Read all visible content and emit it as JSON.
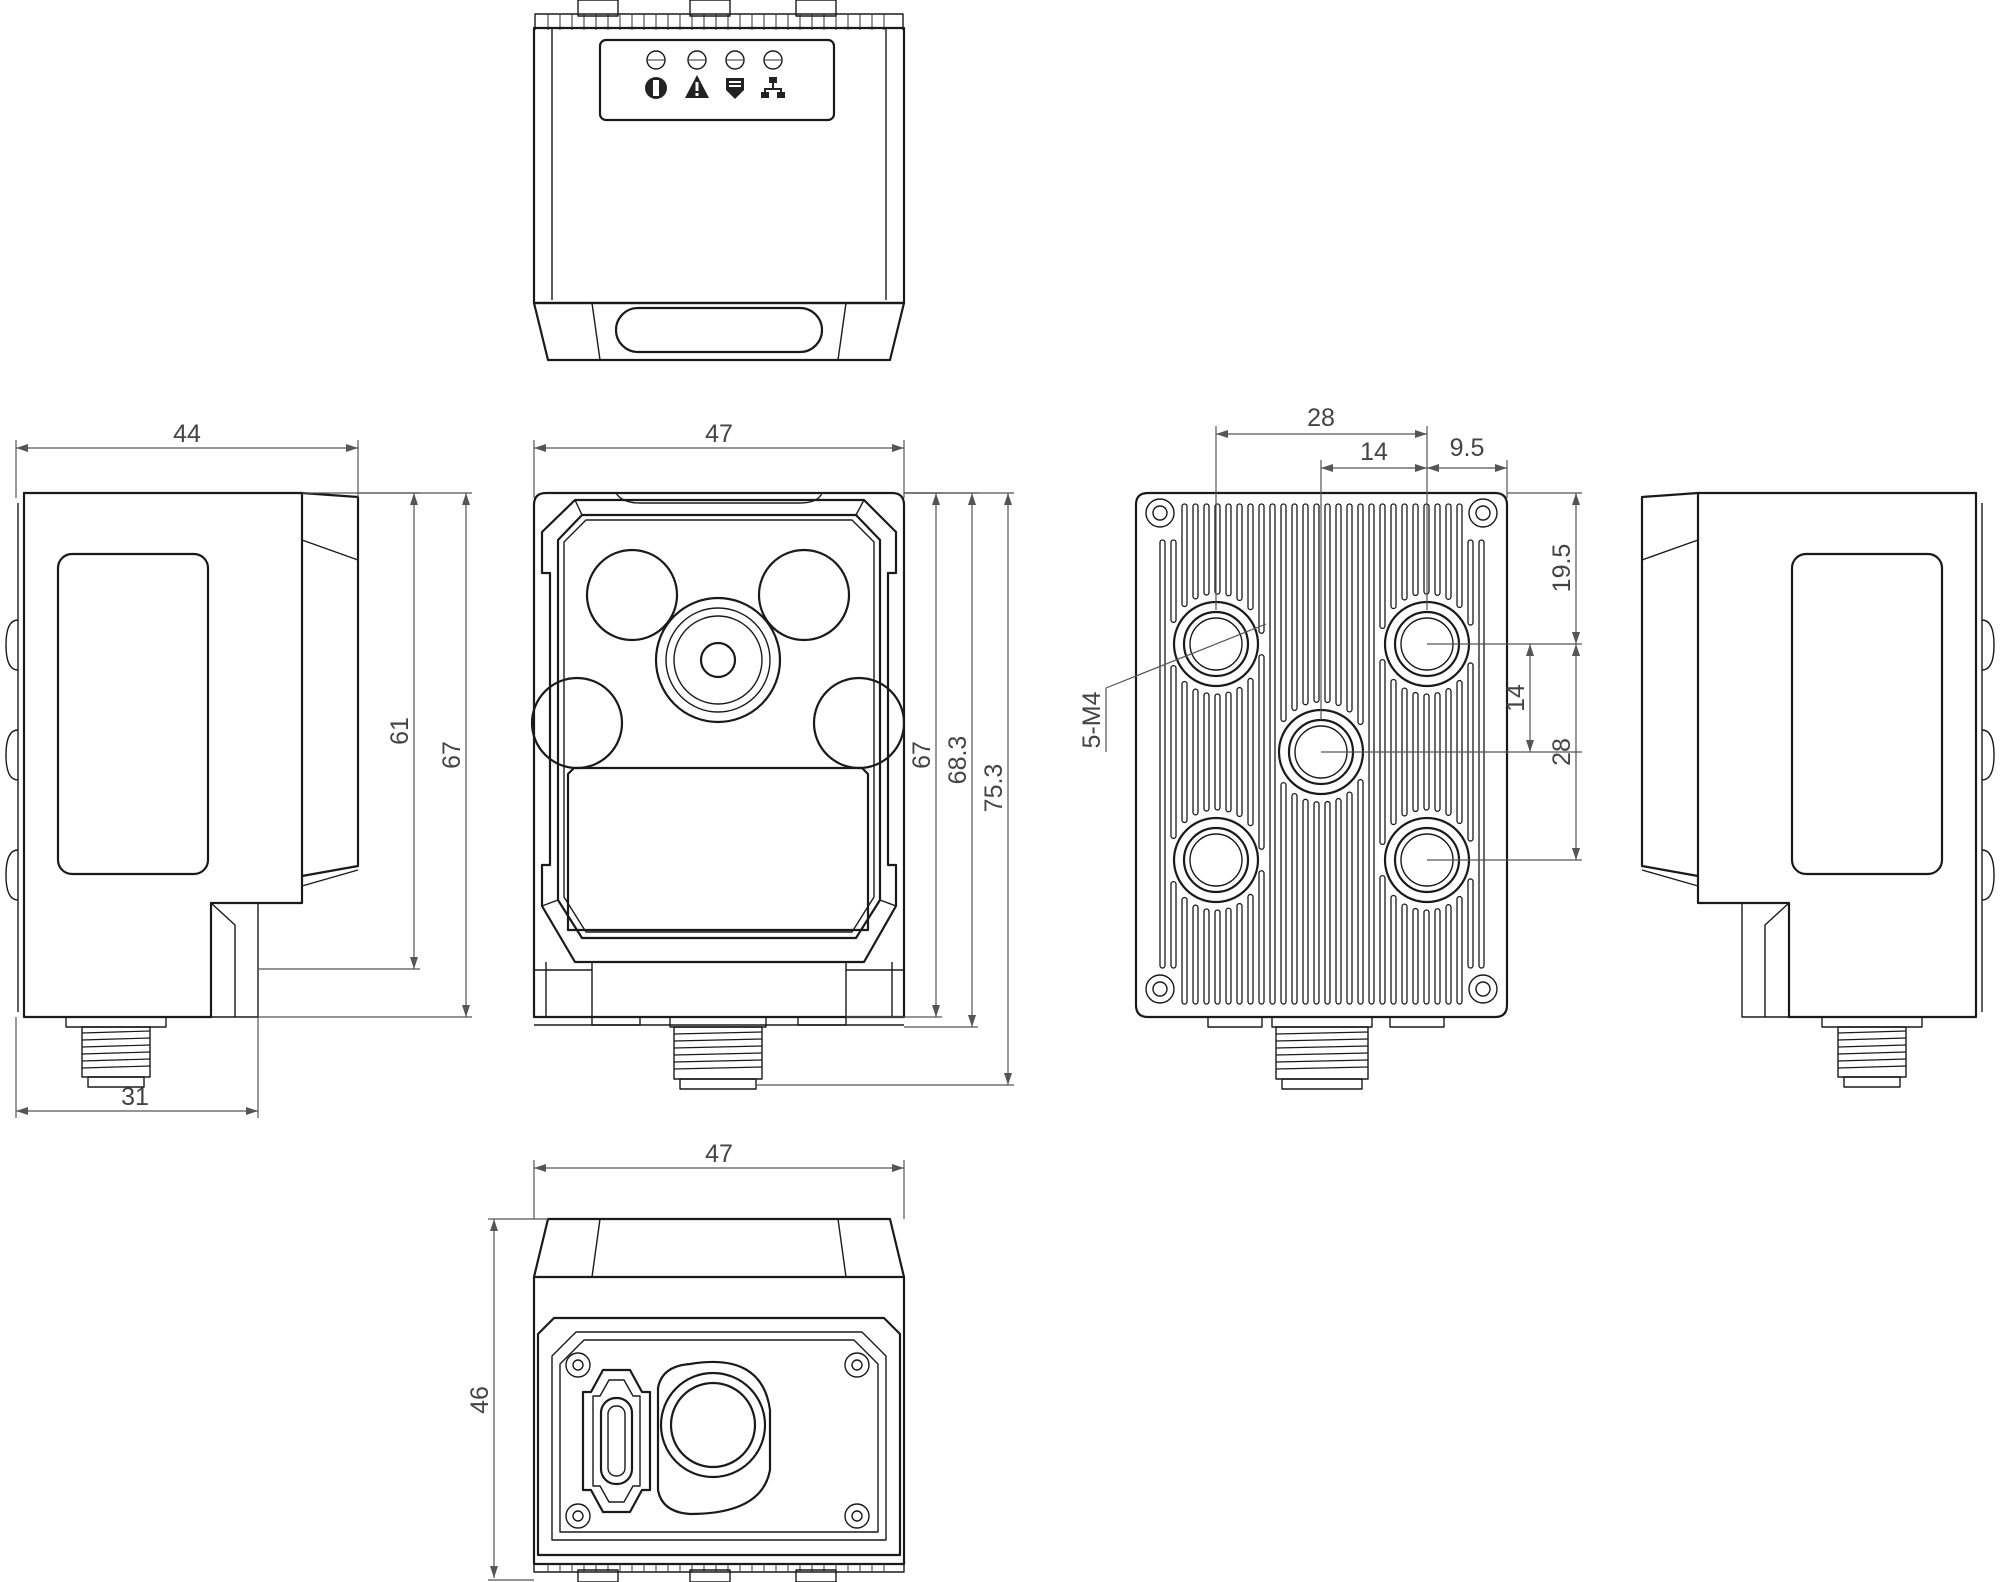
{
  "dimensions": {
    "side_width": "44",
    "side_height_inner": "61",
    "side_height_outer": "67",
    "side_connector_offset": "31",
    "front_width": "47",
    "front_height_body": "67",
    "front_height_with_window": "68.3",
    "front_height_with_connector": "75.3",
    "back_hole_span_x": "28",
    "back_hole_center_offset_x": "14",
    "back_hole_edge_offset_x": "9.5",
    "back_hole_offset_y": "19.5",
    "back_hole_center_offset_y": "14",
    "back_hole_span_y": "28",
    "back_hole_callout": "5-M4",
    "bottom_width": "47",
    "bottom_depth": "46"
  },
  "status_leds": [
    {
      "name": "power-icon"
    },
    {
      "name": "warning-icon"
    },
    {
      "name": "trigger-icon"
    },
    {
      "name": "network-icon"
    }
  ]
}
